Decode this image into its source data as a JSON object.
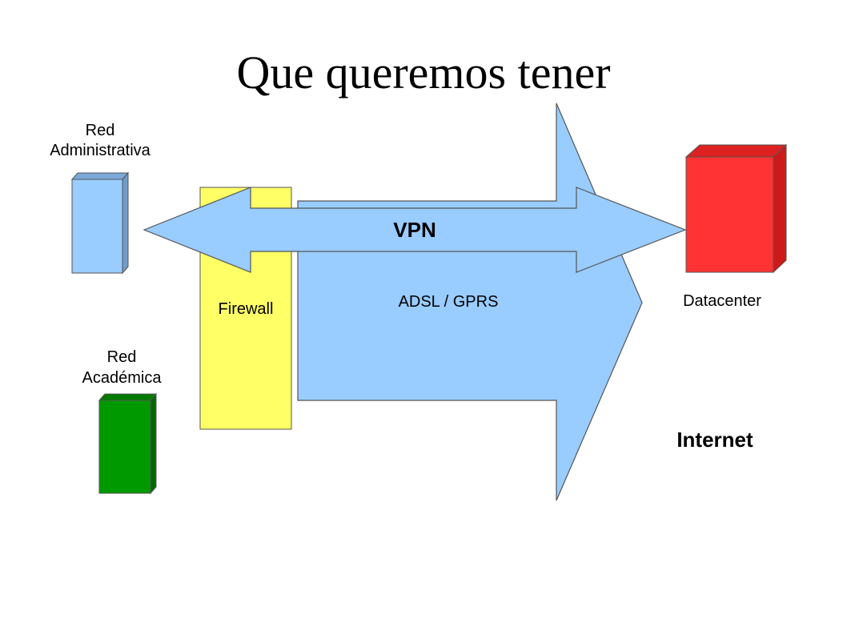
{
  "slide": {
    "title": "Que queremos tener"
  },
  "nodes": {
    "red_administrativa": {
      "label_line1": "Red",
      "label_line2": "Administrativa",
      "color": "#99ccff"
    },
    "red_academica": {
      "label_line1": "Red",
      "label_line2": "Académica",
      "color": "#009900"
    },
    "firewall": {
      "label": "Firewall",
      "color": "#ffff66"
    },
    "datacenter": {
      "label": "Datacenter",
      "color": "#ff3333"
    }
  },
  "connections": {
    "internet_arrow": {
      "label": "ADSL / GPRS",
      "color": "#99ccff"
    },
    "vpn_arrow": {
      "label": "VPN",
      "color": "#99ccff"
    }
  },
  "internet_label": "Internet"
}
